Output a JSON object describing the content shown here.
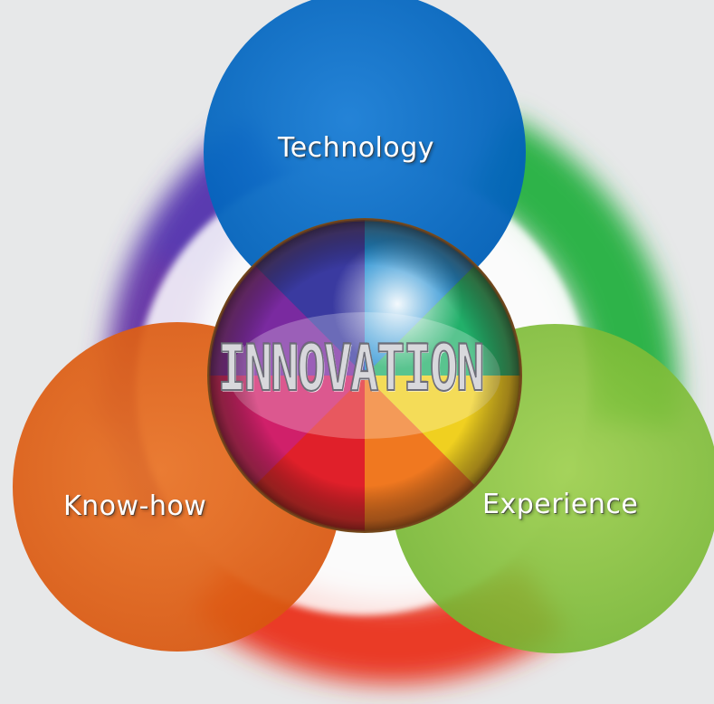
{
  "diagram": {
    "center_label": "INNOVATION",
    "circles": [
      {
        "id": "technology",
        "label": "Technology",
        "color": "#0a6fc6"
      },
      {
        "id": "know-how",
        "label": "Know-how",
        "color": "#e2661c"
      },
      {
        "id": "experience",
        "label": "Experience",
        "color": "#8cc63f"
      }
    ],
    "ring_colors": [
      "#5a3ab0",
      "#2db34a",
      "#e8392a",
      "#f07a1a"
    ],
    "background_color": "#e7e8e9"
  }
}
